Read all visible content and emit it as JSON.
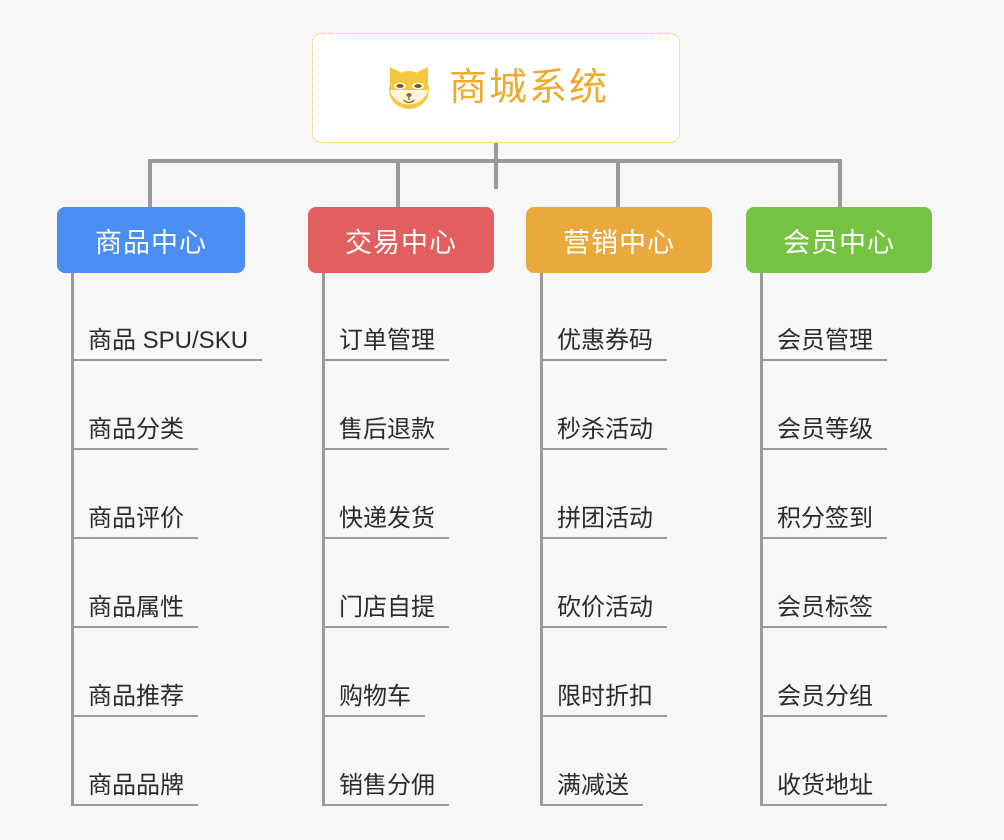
{
  "root": {
    "title": "商城系统",
    "logo_icon": "shiba-dog-face-icon",
    "border_color": "#f0b849",
    "title_color": "#eeab30"
  },
  "columns": [
    {
      "id": "product-center",
      "title": "商品中心",
      "color": "#4a8ef1",
      "items": [
        "商品 SPU/SKU",
        "商品分类",
        "商品评价",
        "商品属性",
        "商品推荐",
        "商品品牌"
      ]
    },
    {
      "id": "trade-center",
      "title": "交易中心",
      "color": "#e35e5e",
      "items": [
        "订单管理",
        "售后退款",
        "快递发货",
        "门店自提",
        "购物车",
        "销售分佣"
      ]
    },
    {
      "id": "marketing-center",
      "title": "营销中心",
      "color": "#eaa93c",
      "items": [
        "优惠券码",
        "秒杀活动",
        "拼团活动",
        "砍价活动",
        "限时折扣",
        "满减送"
      ]
    },
    {
      "id": "member-center",
      "title": "会员中心",
      "color": "#76c242",
      "items": [
        "会员管理",
        "会员等级",
        "积分签到",
        "会员标签",
        "会员分组",
        "收货地址"
      ]
    }
  ],
  "theme": {
    "background": "#f7f7f8",
    "connector_color": "#9a9a9a",
    "leaf_text_color": "#2b2b2b"
  }
}
